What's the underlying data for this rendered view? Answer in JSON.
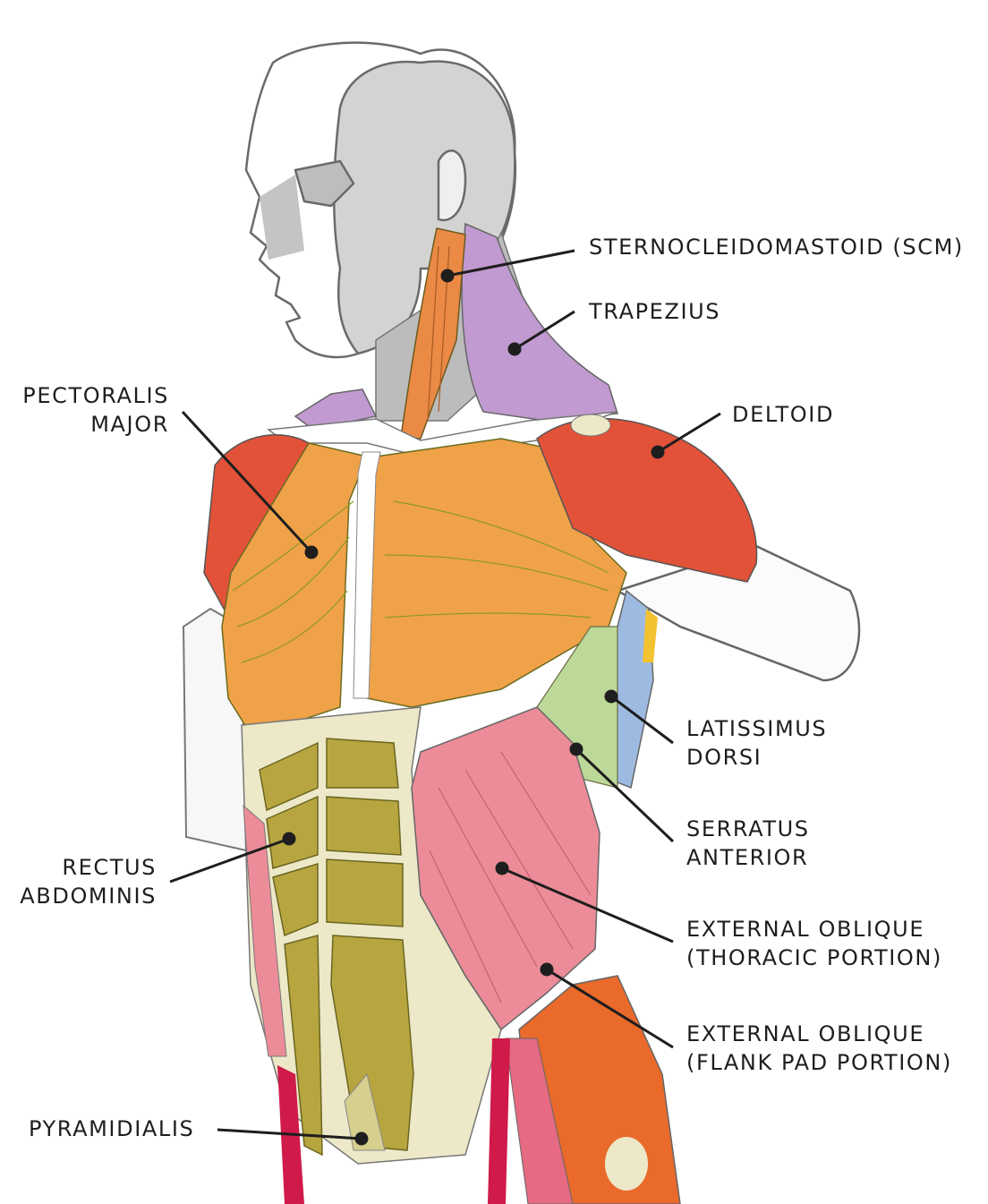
{
  "figure": {
    "subject": "Anterior torso muscles",
    "colors": {
      "outline": "#555555",
      "skin_gray": "#d3d3d1",
      "fascia": "#ece8c8",
      "scm": "#ea8a45",
      "trapezius": "#c09ad0",
      "deltoid": "#e25238",
      "pectoralis": "#f0a248",
      "latissimus": "#9dbbe0",
      "serratus": "#bcd99a",
      "rectus": "#b7a640",
      "oblique_thoracic": "#ec8c98",
      "oblique_flank": "#e96a2a",
      "crimson": "#d01a4a",
      "teres_yellow": "#f2c230",
      "leader": "#1e1e1e"
    }
  },
  "labels": [
    {
      "id": "scm",
      "lines": [
        "STERNOCLEIDOMASTOID (SCM)"
      ]
    },
    {
      "id": "trapezius",
      "lines": [
        "TRAPEZIUS"
      ]
    },
    {
      "id": "deltoid",
      "lines": [
        "DELTOID"
      ]
    },
    {
      "id": "pectoralis",
      "lines": [
        "PECTORALIS",
        "MAJOR"
      ]
    },
    {
      "id": "latissimus",
      "lines": [
        "LATISSIMUS",
        "DORSI"
      ]
    },
    {
      "id": "serratus",
      "lines": [
        "SERRATUS",
        "ANTERIOR"
      ]
    },
    {
      "id": "rectus",
      "lines": [
        "RECTUS",
        "ABDOMINIS"
      ]
    },
    {
      "id": "oblique_thoracic",
      "lines": [
        "EXTERNAL OBLIQUE",
        "(THORACIC PORTION)"
      ]
    },
    {
      "id": "oblique_flank",
      "lines": [
        "EXTERNAL OBLIQUE",
        "(FLANK PAD PORTION)"
      ]
    },
    {
      "id": "pyramidalis",
      "lines": [
        "PYRAMIDIALIS"
      ]
    }
  ]
}
